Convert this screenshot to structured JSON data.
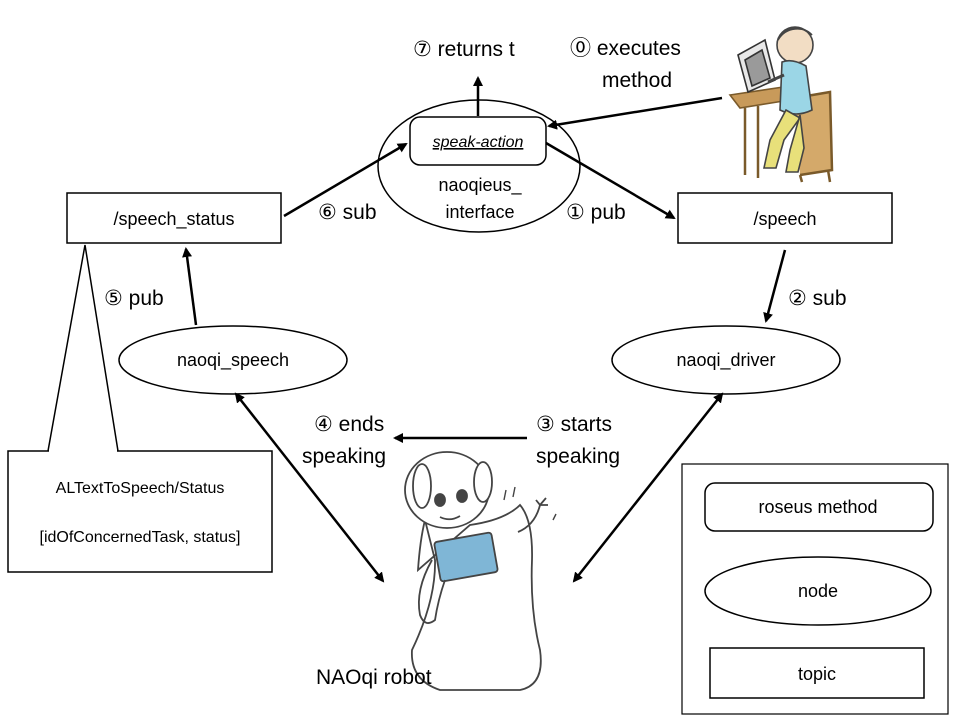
{
  "interface_node": {
    "method_label": "speak-action",
    "name_line1": "naoqieus_",
    "name_line2": "interface"
  },
  "topics": {
    "speech_status": "/speech_status",
    "speech": "/speech"
  },
  "nodes": {
    "naoqi_speech": "naoqi_speech",
    "naoqi_driver": "naoqi_driver"
  },
  "steps": {
    "s0_line1": "⓪ executes",
    "s0_line2": "method",
    "s1": "① pub",
    "s2": "② sub",
    "s3_line1": "③ starts",
    "s3_line2": "speaking",
    "s4_line1": "④ ends",
    "s4_line2": "speaking",
    "s5": "⑤ pub",
    "s6": "⑥ sub",
    "s7": "⑦ returns t"
  },
  "status_callout": {
    "line1": "ALTextToSpeech/Status",
    "line2": "[idOfConcernedTask,  status]"
  },
  "robot_label": "NAOqi robot",
  "legend": {
    "method": "roseus method",
    "node": "node",
    "topic": "topic"
  },
  "colors": {
    "line": "#000000",
    "robot_screen": "#7fb6d6"
  }
}
